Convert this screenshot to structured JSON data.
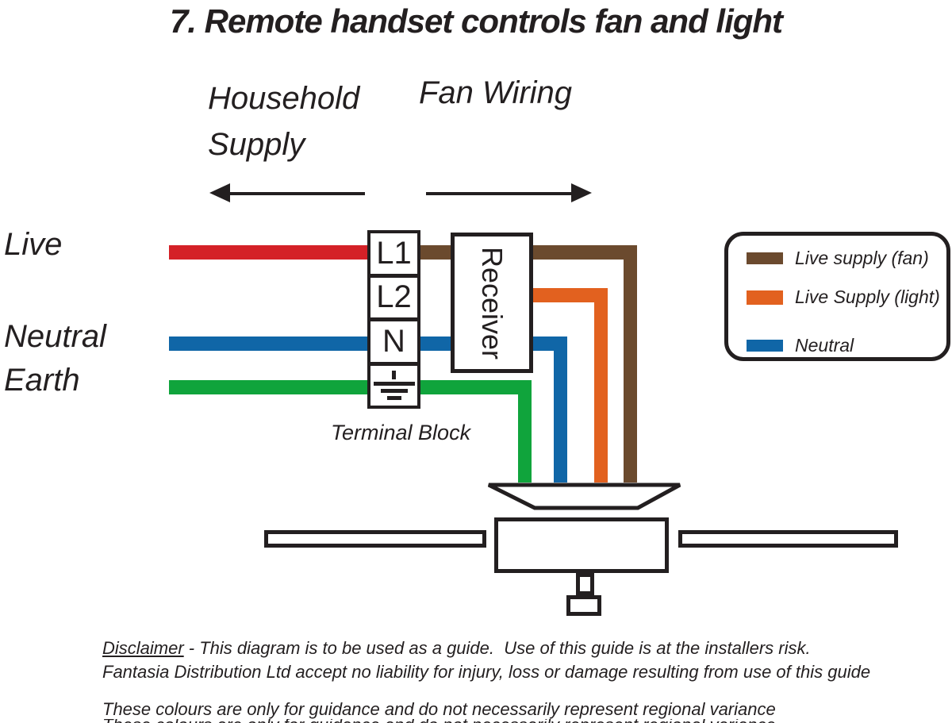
{
  "title": "7. Remote handset controls fan and light",
  "headers": {
    "household_supply": "Household Supply",
    "fan_wiring": "Fan Wiring"
  },
  "supply_labels": {
    "live": "Live",
    "neutral": "Neutral",
    "earth": "Earth"
  },
  "terminal_block": {
    "caption": "Terminal Block",
    "cells": [
      {
        "label": "L1"
      },
      {
        "label": "L2"
      },
      {
        "label": "N"
      },
      {
        "label": "",
        "icon": "earth-symbol"
      }
    ]
  },
  "receiver": {
    "label": "Receiver"
  },
  "legend": {
    "items": [
      {
        "label": "Live supply (fan)",
        "color_key": "brown"
      },
      {
        "label": "Live Supply (light)",
        "color_key": "orange"
      },
      {
        "label": "Neutral",
        "color_key": "blue"
      }
    ]
  },
  "disclaimer": {
    "word": "Disclaimer",
    "line1_rest": " - This diagram is to be used as a guide.  Use of this guide is at the installers risk.",
    "line2": "Fantasia Distribution Ltd accept no liability for injury, loss or damage resulting from use of this guide",
    "line3": "These colours are only for guidance and do not necessarily represent regional variance"
  },
  "colors": {
    "red": "#d42127",
    "brown": "#6b4a2e",
    "orange": "#e2611f",
    "blue": "#1066a7",
    "green": "#10a43c",
    "ink": "#231f20"
  }
}
